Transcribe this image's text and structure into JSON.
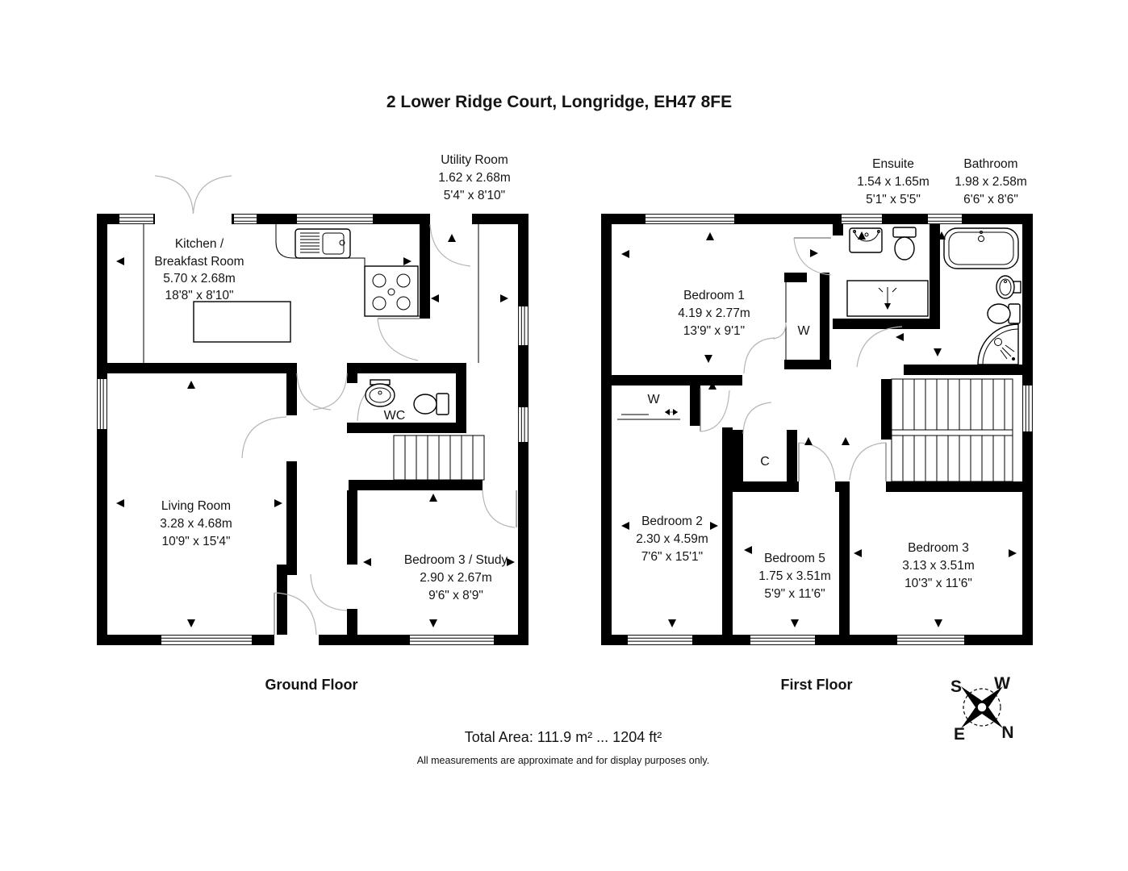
{
  "title": "2 Lower Ridge Court, Longridge, EH47 8FE",
  "floors": {
    "ground": {
      "label": "Ground Floor",
      "rooms": {
        "utility": {
          "name": "Utility Room",
          "metric": "1.62 x 2.68m",
          "imperial": "5'4\" x 8'10\""
        },
        "kitchen": {
          "name1": "Kitchen /",
          "name2": "Breakfast Room",
          "metric": "5.70 x 2.68m",
          "imperial": "18'8\" x 8'10\""
        },
        "living": {
          "name": "Living Room",
          "metric": "3.28 x 4.68m",
          "imperial": "10'9\" x 15'4\""
        },
        "bed3_study": {
          "name": "Bedroom 3 / Study",
          "metric": "2.90 x 2.67m",
          "imperial": "9'6\" x 8'9\""
        },
        "wc": {
          "name": "WC"
        }
      }
    },
    "first": {
      "label": "First Floor",
      "rooms": {
        "bed1": {
          "name": "Bedroom 1",
          "metric": "4.19 x 2.77m",
          "imperial": "13'9\" x 9'1\""
        },
        "ensuite": {
          "name": "Ensuite",
          "metric": "1.54 x 1.65m",
          "imperial": "5'1\" x 5'5\""
        },
        "bathroom": {
          "name": "Bathroom",
          "metric": "1.98 x 2.58m",
          "imperial": "6'6\" x 8'6\""
        },
        "bed2": {
          "name": "Bedroom 2",
          "metric": "2.30 x 4.59m",
          "imperial": "7'6\" x 15'1\""
        },
        "bed5": {
          "name": "Bedroom 5",
          "metric": "1.75 x 3.51m",
          "imperial": "5'9\" x 11'6\""
        },
        "bed3": {
          "name": "Bedroom 3",
          "metric": "3.13 x 3.51m",
          "imperial": "10'3\" x 11'6\""
        },
        "wardrobe": {
          "name": "W"
        },
        "cupboard": {
          "name": "C"
        }
      }
    }
  },
  "compass": {
    "n": "N",
    "s": "S",
    "e": "E",
    "w": "W"
  },
  "footer": {
    "total_area": "Total Area: 111.9 m² ... 1204 ft²",
    "disclaimer": "All measurements are approximate and for display purposes only."
  },
  "colors": {
    "wall": "#000000",
    "door_arc": "#b5b5b5",
    "background": "#ffffff"
  }
}
